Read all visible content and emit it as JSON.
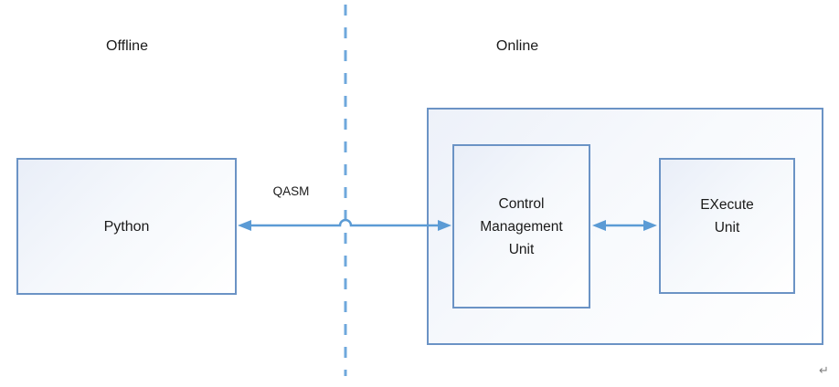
{
  "labels": {
    "offline": "Offline",
    "online": "Online"
  },
  "nodes": {
    "python": {
      "label": "Python"
    },
    "control_management_unit": {
      "line1": "Control",
      "line2": "Management",
      "line3": "Unit"
    },
    "execute_unit": {
      "line1": "EXecute",
      "line2": "Unit"
    }
  },
  "connectors": {
    "qasm": {
      "label": "QASM"
    }
  },
  "colors": {
    "box_border": "#6b93c5",
    "box_fill_start": "#e9eef8",
    "box_fill_end": "#ffffff",
    "arrow": "#5b9bd5",
    "dashed_divider": "#6fa8dc",
    "text": "#1a1a1a",
    "return_mark": "#7f7f7f"
  },
  "marks": {
    "return_mark": "↵"
  }
}
